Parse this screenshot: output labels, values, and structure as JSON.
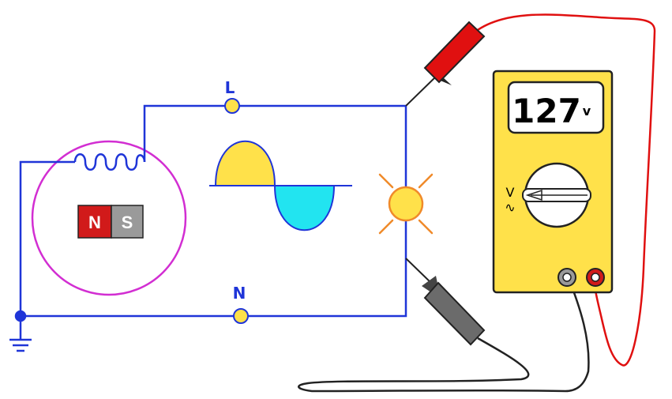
{
  "labels": {
    "line": "L",
    "neutral": "N"
  },
  "magnet": {
    "north": "N",
    "south": "S"
  },
  "multimeter": {
    "reading": "127",
    "unit": "v",
    "selector_mark": "V",
    "selector_ac": "∿"
  },
  "colors": {
    "wire": "#1f35d8",
    "generator_ring": "#d22ed2",
    "terminal": "#ffe14a",
    "sine_positive": "#ffe14a",
    "sine_negative": "#22e4f0",
    "meter_body": "#ffe14a",
    "red_probe": "#e01010",
    "black_probe": "#6b6b6b",
    "magnet_north": "#d11a1a",
    "magnet_south": "#9a9a9a",
    "lamp_rays": "#f08a2a"
  }
}
